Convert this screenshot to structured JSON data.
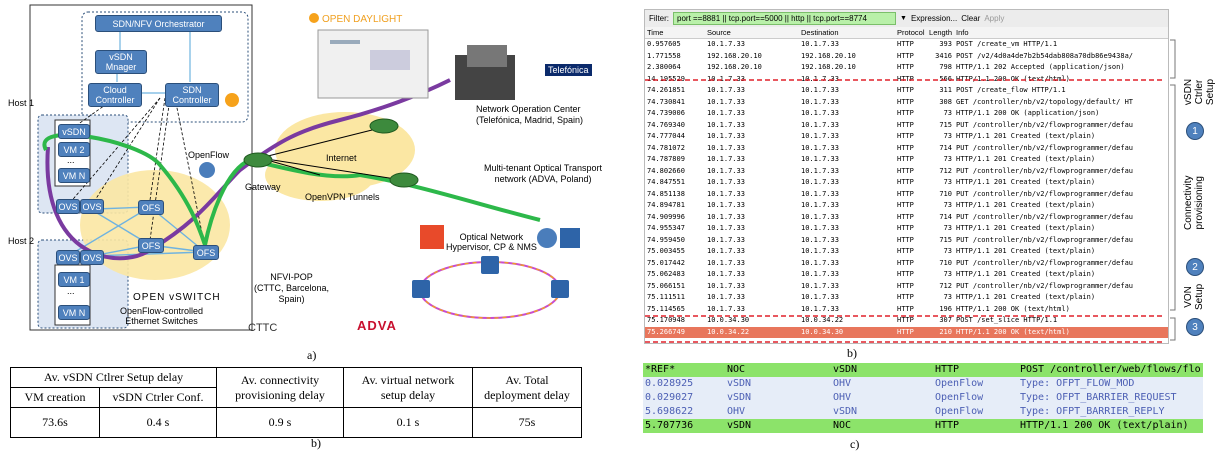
{
  "panel_a": {
    "orchestrator": "SDN/NFV Orchestrator",
    "vsdn_manager": "vSDN\nMnager",
    "cloud_controller": "Cloud\nController",
    "sdn_controller": "SDN\nController",
    "host1": "Host 1",
    "host2": "Host 2",
    "vsdn": "vSDN",
    "vm2": "VM 2",
    "vmn": "VM N",
    "vm1": "VM 1",
    "ellipsis": "...",
    "ovs": "OVS",
    "ofs": "OFS",
    "openflow": "OpenFlow",
    "open_vswitch": "OPEN vSWITCH",
    "ovs_caption": "OpenFlow-controlled\nEthernet Switches",
    "gateway": "Gateway",
    "internet": "Internet",
    "openvpn": "OpenVPN Tunnels",
    "noc": "Network Operation Center\n(Telefónica, Madrid, Spain)",
    "opendaylight": "OPEN DAYLIGHT",
    "telefonica": "Telefónica",
    "optical_transport": "Multi-tenant Optical Transport\nnetwork (ADVA, Poland)",
    "optical_hypervisor": "Optical Network\nHypervisor, CP & NMS",
    "nfvi_pop": "NFVI-POP\n(CTTC, Barcelona,\nSpain)",
    "cttc": "CTTC",
    "adva": "ADVA",
    "caption": "a)"
  },
  "table_b": {
    "headers_top": [
      "Av. vSDN Ctlrer Setup delay",
      "Av. connectivity provisioning delay",
      "Av. virtual network setup delay",
      "Av. Total deployment delay"
    ],
    "headers_sub": [
      "VM creation",
      "vSDN Ctrler Conf."
    ],
    "values": [
      "73.6s",
      "0.4 s",
      "0.9 s",
      "0.1 s",
      "75s"
    ],
    "caption": "b)"
  },
  "wireshark": {
    "filter_label": "Filter:",
    "filter_value": "port ==8881 || tcp.port==5000 || http || tcp.port==8774",
    "expression": "Expression...",
    "clear": "Clear",
    "apply": "Apply",
    "columns": [
      "Time",
      "Source",
      "Destination",
      "Protocol",
      "Length",
      "Info"
    ],
    "rows": [
      [
        "0.957605",
        "10.1.7.33",
        "10.1.7.33",
        "HTTP",
        "393",
        "POST /create_vm HTTP/1.1"
      ],
      [
        "1.771558",
        "192.168.20.10",
        "192.168.20.10",
        "HTTP",
        "3416",
        "POST /v2/4d0a4de7b2b54dab808a70db86e9438a/"
      ],
      [
        "2.380064",
        "192.168.20.10",
        "192.168.20.10",
        "HTTP",
        "798",
        "HTTP/1.1 202 Accepted  (application/json)"
      ],
      [
        "14.195529",
        "10.1.7.33",
        "10.1.7.33",
        "HTTP",
        "566",
        "HTTP/1.1 200 OK  (text/html)"
      ],
      [
        "74.261851",
        "10.1.7.33",
        "10.1.7.33",
        "HTTP",
        "311",
        "POST /create_flow HTTP/1.1"
      ],
      [
        "74.730841",
        "10.1.7.33",
        "10.1.7.33",
        "HTTP",
        "308",
        "GET /controller/nb/v2/topology/default/ HT"
      ],
      [
        "74.739006",
        "10.1.7.33",
        "10.1.7.33",
        "HTTP",
        "73",
        "HTTP/1.1 200 OK  (application/json)"
      ],
      [
        "74.769340",
        "10.1.7.33",
        "10.1.7.33",
        "HTTP",
        "715",
        "PUT /controller/nb/v2/flowprogrammer/defau"
      ],
      [
        "74.777044",
        "10.1.7.33",
        "10.1.7.33",
        "HTTP",
        "73",
        "HTTP/1.1 201 Created  (text/plain)"
      ],
      [
        "74.781072",
        "10.1.7.33",
        "10.1.7.33",
        "HTTP",
        "714",
        "PUT /controller/nb/v2/flowprogrammer/defau"
      ],
      [
        "74.787809",
        "10.1.7.33",
        "10.1.7.33",
        "HTTP",
        "73",
        "HTTP/1.1 201 Created  (text/plain)"
      ],
      [
        "74.802660",
        "10.1.7.33",
        "10.1.7.33",
        "HTTP",
        "712",
        "PUT /controller/nb/v2/flowprogrammer/defau"
      ],
      [
        "74.847551",
        "10.1.7.33",
        "10.1.7.33",
        "HTTP",
        "73",
        "HTTP/1.1 201 Created  (text/plain)"
      ],
      [
        "74.851138",
        "10.1.7.33",
        "10.1.7.33",
        "HTTP",
        "710",
        "PUT /controller/nb/v2/flowprogrammer/defau"
      ],
      [
        "74.894781",
        "10.1.7.33",
        "10.1.7.33",
        "HTTP",
        "73",
        "HTTP/1.1 201 Created  (text/plain)"
      ],
      [
        "74.909996",
        "10.1.7.33",
        "10.1.7.33",
        "HTTP",
        "714",
        "PUT /controller/nb/v2/flowprogrammer/defau"
      ],
      [
        "74.955347",
        "10.1.7.33",
        "10.1.7.33",
        "HTTP",
        "73",
        "HTTP/1.1 201 Created  (text/plain)"
      ],
      [
        "74.959450",
        "10.1.7.33",
        "10.1.7.33",
        "HTTP",
        "715",
        "PUT /controller/nb/v2/flowprogrammer/defau"
      ],
      [
        "75.003455",
        "10.1.7.33",
        "10.1.7.33",
        "HTTP",
        "73",
        "HTTP/1.1 201 Created  (text/plain)"
      ],
      [
        "75.017442",
        "10.1.7.33",
        "10.1.7.33",
        "HTTP",
        "710",
        "PUT /controller/nb/v2/flowprogrammer/defau"
      ],
      [
        "75.062483",
        "10.1.7.33",
        "10.1.7.33",
        "HTTP",
        "73",
        "HTTP/1.1 201 Created  (text/plain)"
      ],
      [
        "75.066151",
        "10.1.7.33",
        "10.1.7.33",
        "HTTP",
        "712",
        "PUT /controller/nb/v2/flowprogrammer/defau"
      ],
      [
        "75.111511",
        "10.1.7.33",
        "10.1.7.33",
        "HTTP",
        "73",
        "HTTP/1.1 201 Created  (text/plain)"
      ],
      [
        "75.114565",
        "10.1.7.33",
        "10.1.7.33",
        "HTTP",
        "196",
        "HTTP/1.1 200 OK  (text/html)"
      ],
      [
        "75.170948",
        "10.0.34.30",
        "10.0.34.22",
        "HTTP",
        "307",
        "POST /set_slice HTTP/1.1"
      ],
      [
        "75.266749",
        "10.0.34.22",
        "10.0.34.30",
        "HTTP",
        "210",
        "HTTP/1.1 200 OK  (text/html)"
      ]
    ],
    "labels": {
      "setup": "vSDN Ctrler\nSetup",
      "conn": "Connectivity\nprovisioning",
      "von": "VON\nSetup",
      "n1": "1",
      "n2": "2",
      "n3": "3"
    },
    "caption": "b)"
  },
  "flows": {
    "rows": [
      [
        "*REF*",
        "NOC",
        "vSDN",
        "HTTP",
        "POST /controller/web/flows/flo"
      ],
      [
        "0.028925",
        "vSDN",
        "OHV",
        "OpenFlow",
        "Type: OFPT_FLOW_MOD"
      ],
      [
        "0.029027",
        "vSDN",
        "OHV",
        "OpenFlow",
        "Type: OFPT_BARRIER_REQUEST"
      ],
      [
        "5.698622",
        "OHV",
        "vSDN",
        "OpenFlow",
        "Type: OFPT_BARRIER_REPLY"
      ],
      [
        "5.707736",
        "vSDN",
        "NOC",
        "HTTP",
        "HTTP/1.1 200 OK  (text/plain)"
      ]
    ],
    "caption": "c)"
  },
  "colors": {
    "green_path": "#2db84a",
    "purple_path": "#7a3aa0",
    "blue_link": "#6fb3e0",
    "selected_row": "#e8765c",
    "dashed_red": "#e0202a"
  }
}
